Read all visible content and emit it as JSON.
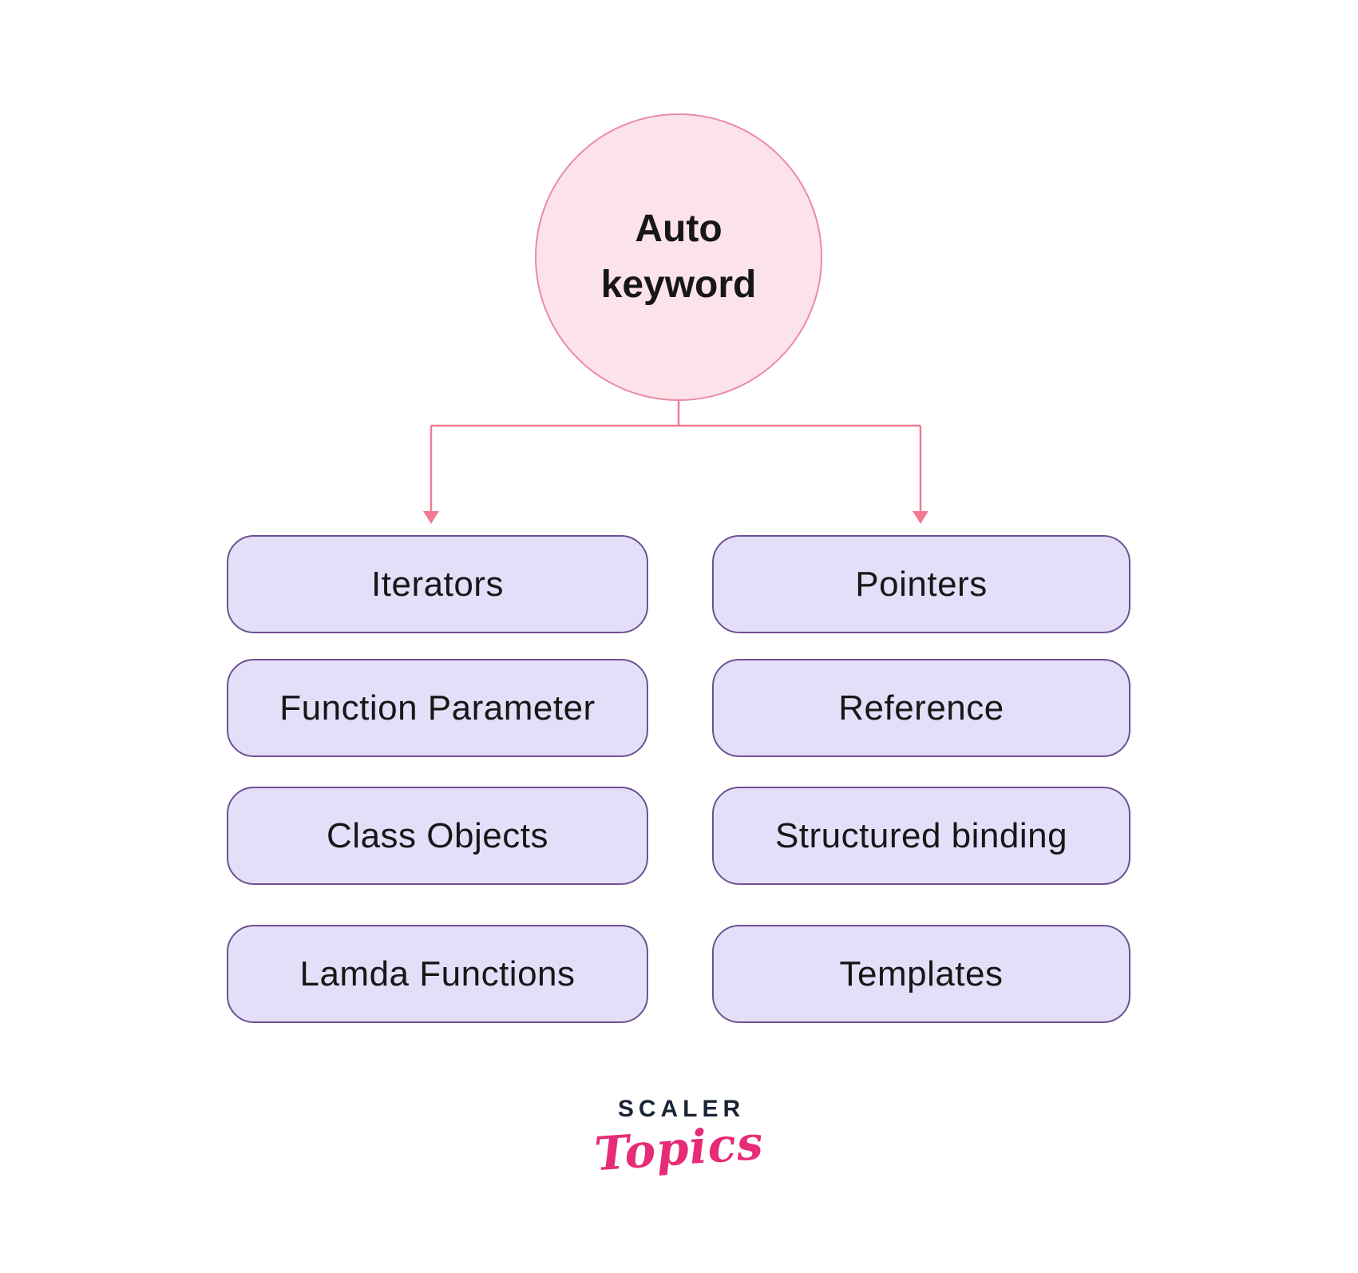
{
  "nodes": {
    "root": {
      "label": "Auto keyword"
    },
    "left": [
      "Iterators",
      "Function Parameter",
      "Class Objects",
      "Lamda Functions"
    ],
    "right": [
      "Pointers",
      "Reference",
      "Structured binding",
      "Templates"
    ]
  },
  "logo": {
    "brand": "SCALER",
    "sub": "Topics"
  },
  "theme": {
    "circle-fill": "#fce3ea",
    "circle-border": "#ea8ba5",
    "connector": "#f27a93",
    "box-fill": "#e4dff8",
    "box-border": "#6e5191",
    "node-text": "#171717",
    "logo-navy": "#1b2336",
    "logo-pink": "#e62b77"
  }
}
